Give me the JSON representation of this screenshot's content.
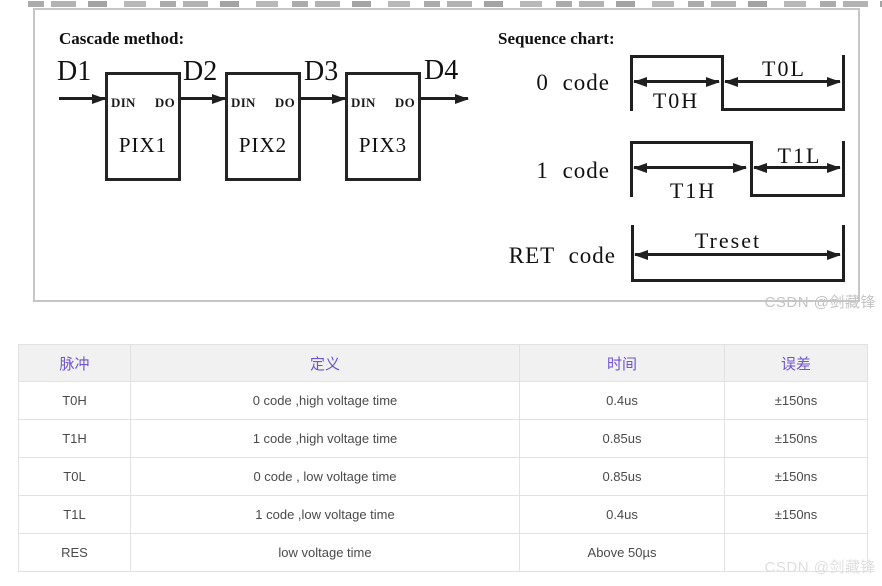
{
  "theme": {
    "header-text": "#6f54cc",
    "ink": "#1f1f1f",
    "watermark": "#c4c4c4",
    "watermark-light": "#dedede"
  },
  "figure": {
    "cascade": {
      "title": "Cascade method:",
      "din_label": "DIN",
      "do_label": "DO",
      "nodes": [
        {
          "signal": "D1",
          "box": "PIX1"
        },
        {
          "signal": "D2",
          "box": "PIX2"
        },
        {
          "signal": "D3",
          "box": "PIX3"
        }
      ],
      "out_signal": "D4"
    },
    "sequence": {
      "title": "Sequence chart:",
      "waveforms": [
        {
          "label": "0 code",
          "high_label": "T0H",
          "low_label": "T0L"
        },
        {
          "label": "1 code",
          "high_label": "T1H",
          "low_label": "T1L"
        },
        {
          "label": "RET code",
          "low_label": "Treset"
        }
      ]
    }
  },
  "watermarks": {
    "figure": "CSDN @剑藏锋",
    "bottom": "CSDN @剑藏锋"
  },
  "table": {
    "headers": [
      "脉冲",
      "定义",
      "时间",
      "误差"
    ],
    "rows": [
      [
        "T0H",
        "0 code ,high voltage time",
        "0.4us",
        "±150ns"
      ],
      [
        "T1H",
        "1 code ,high voltage time",
        "0.85us",
        "±150ns"
      ],
      [
        "T0L",
        "0 code , low voltage time",
        "0.85us",
        "±150ns"
      ],
      [
        "T1L",
        "1 code ,low voltage time",
        "0.4us",
        "±150ns"
      ],
      [
        "RES",
        "low voltage time",
        "Above 50µs",
        ""
      ]
    ]
  }
}
